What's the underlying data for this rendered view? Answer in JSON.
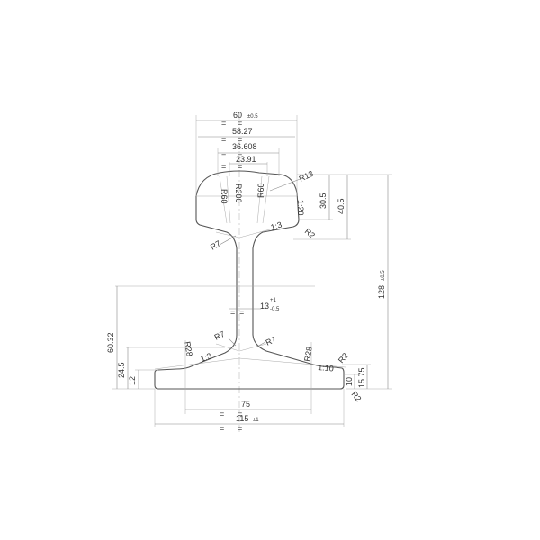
{
  "title": "Rail profile cross-section technical drawing",
  "dimensions": {
    "head_width": {
      "value": "60",
      "tol": "±0.5"
    },
    "head_width_2": {
      "value": "58.27"
    },
    "crown_width": {
      "value": "36.608"
    },
    "crown_center": {
      "value": "23.91"
    },
    "web_thickness": {
      "value": "13",
      "tol_plus": "+1",
      "tol_minus": "-0.5"
    },
    "base_inner": {
      "value": "75"
    },
    "base_width": {
      "value": "115",
      "tol": "±1"
    },
    "total_height": {
      "value": "128",
      "tol": "±0.5"
    },
    "head_side": {
      "value": "30.5"
    },
    "head_height": {
      "value": "40.5"
    },
    "base_to_web": {
      "value": "60.32"
    },
    "base_fillet_h": {
      "value": "24.5"
    },
    "base_edge_h": {
      "value": "12"
    },
    "base_tip_h": {
      "value": "10"
    },
    "base_tip_total": {
      "value": "15.75"
    }
  },
  "radii": {
    "r60_left": "R60",
    "r200": "R200",
    "r60_right": "R60",
    "r13": "R13",
    "r2_head": "R2",
    "r7_head": "R7",
    "r7_base_left": "R7",
    "r7_base_right": "R7",
    "r28_left": "R28",
    "r28_right": "R28",
    "r2_base_top": "R2",
    "r2_base_bottom": "R2"
  },
  "slopes": {
    "head_side": "1:20",
    "head_underside": "1:3",
    "base_left": "1:3",
    "base_right": "1:10"
  },
  "symbols": {
    "equal": "="
  }
}
